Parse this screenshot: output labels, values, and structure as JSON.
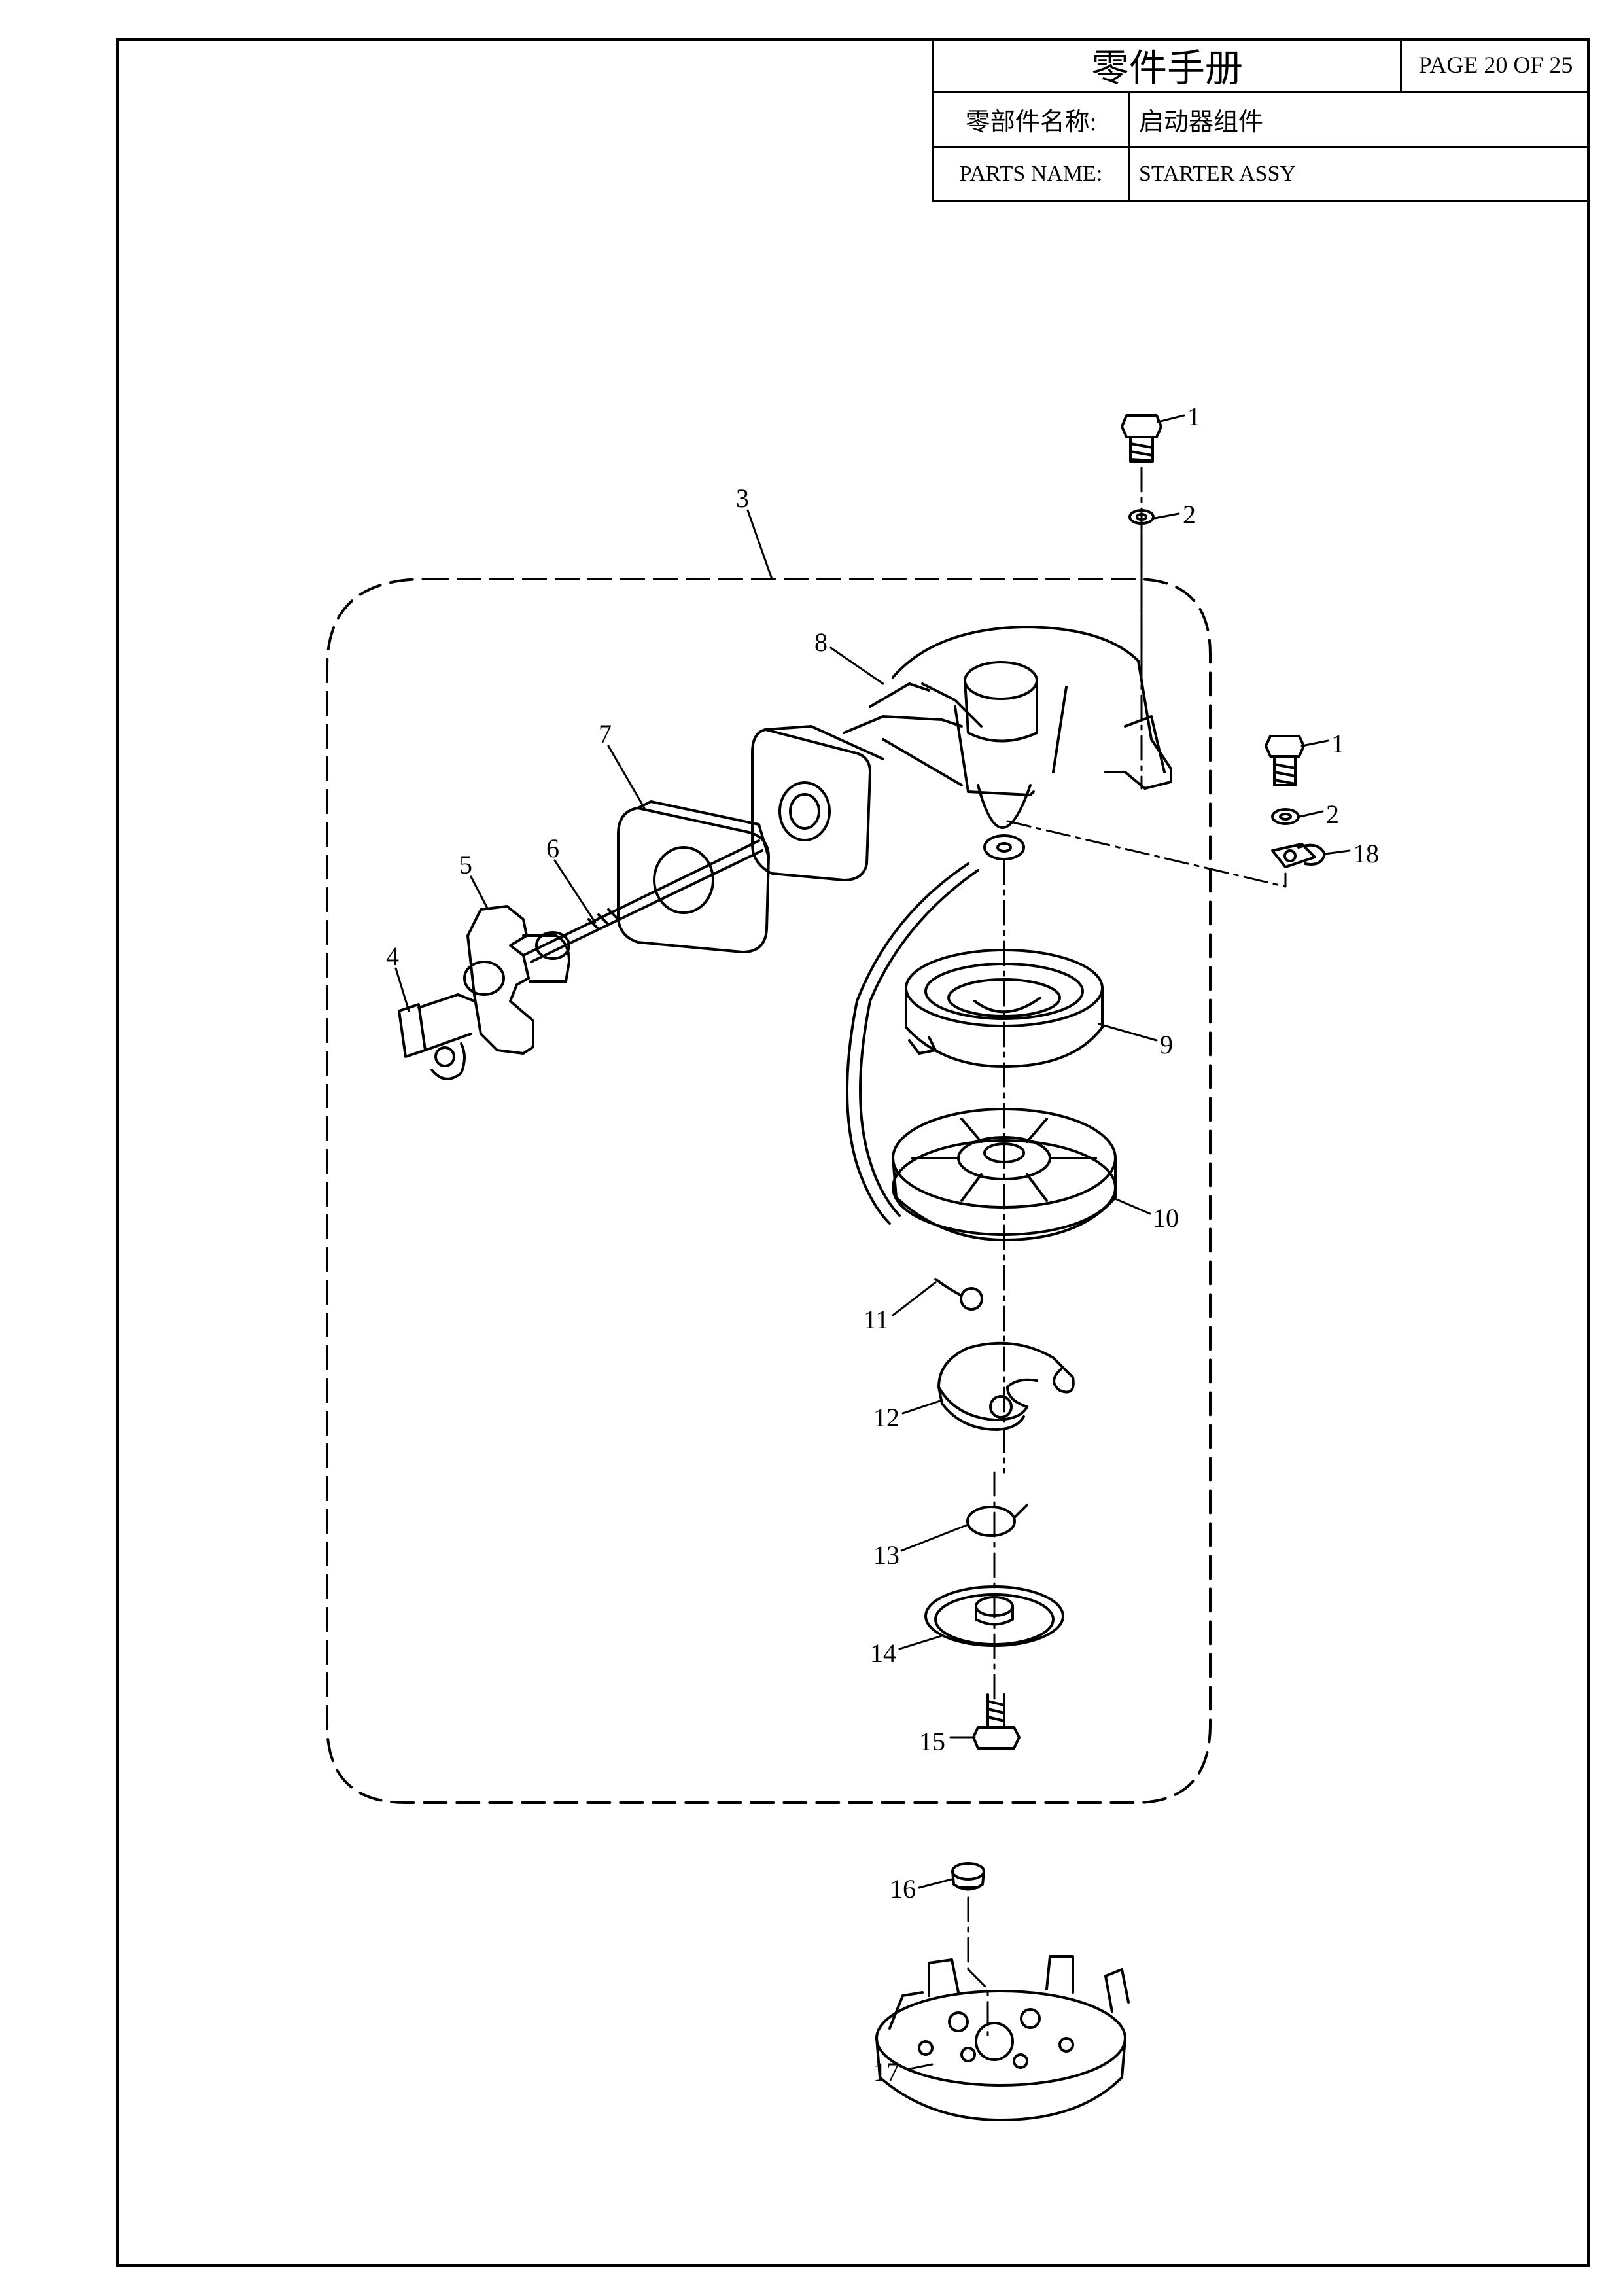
{
  "title_block": {
    "manual_title": "零件手册",
    "page_label": "PAGE 20 OF 25",
    "name_cn_label": "零部件名称:",
    "name_cn_value": "启动器组件",
    "name_en_label": "PARTS NAME:",
    "name_en_value": "STARTER ASSY"
  },
  "callouts": [
    "1",
    "2",
    "3",
    "4",
    "5",
    "6",
    "7",
    "8",
    "9",
    "10",
    "11",
    "12",
    "13",
    "14",
    "15",
    "16",
    "17",
    "18"
  ],
  "colors": {
    "line": "#000000",
    "background": "#ffffff"
  }
}
